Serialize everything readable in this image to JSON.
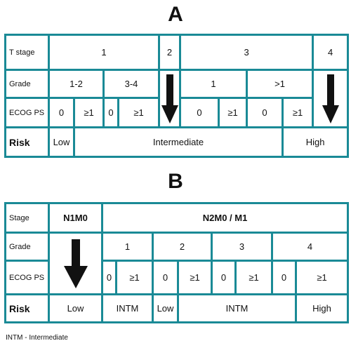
{
  "panel_a": {
    "letter": "A",
    "labels": {
      "t_stage": "T stage",
      "grade": "Grade",
      "ecog": "ECOG PS",
      "risk": "Risk"
    },
    "t_stages": [
      "1",
      "2",
      "3",
      "4"
    ],
    "grades": [
      "1-2",
      "3-4",
      "1",
      ">1"
    ],
    "ecog": [
      "0",
      "≥1",
      "0",
      "≥1",
      "0",
      "≥1",
      "0",
      "≥1"
    ],
    "risk": [
      "Low",
      "Intermediate",
      "High"
    ]
  },
  "panel_b": {
    "letter": "B",
    "labels": {
      "stage": "Stage",
      "grade": "Grade",
      "ecog": "ECOG PS",
      "risk": "Risk"
    },
    "stages": [
      "N1M0",
      "N2M0 / M1"
    ],
    "grades": [
      "1",
      "2",
      "3",
      "4"
    ],
    "ecog": [
      "0",
      "≥1",
      "0",
      "≥1",
      "0",
      "≥1",
      "0",
      "≥1"
    ],
    "risk": [
      "Low",
      "INTM",
      "Low",
      "INTM",
      "High"
    ]
  },
  "footnote": "INTM - Intermediate",
  "colors": {
    "border": "#1a8a96",
    "arrow": "#111111"
  }
}
